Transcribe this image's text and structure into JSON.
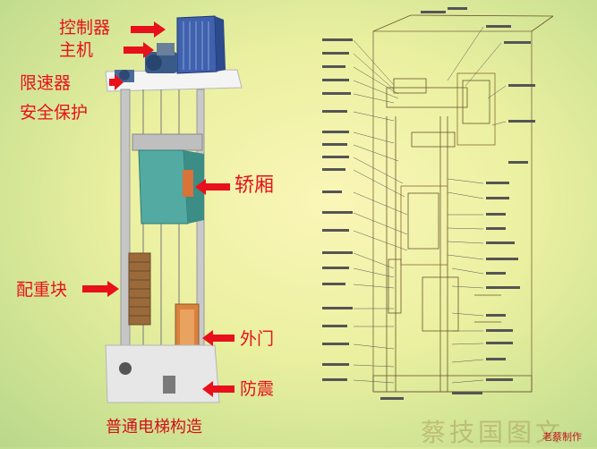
{
  "left_labels": {
    "controller": "控制器",
    "host": "主机",
    "limiter": "限速器",
    "safety": "安全保护",
    "car": "轿厢",
    "counterweight": "配重块",
    "outer_door": "外门",
    "shockproof": "防震"
  },
  "caption": "普通电梯构造",
  "watermark": "蔡技国图文",
  "credit": "老蔡制作",
  "colors": {
    "label_red": "#e8101a",
    "car_teal": "#4fa8a0",
    "cabinet_blue": "#3d5fa8",
    "door_orange": "#d77a3a"
  }
}
